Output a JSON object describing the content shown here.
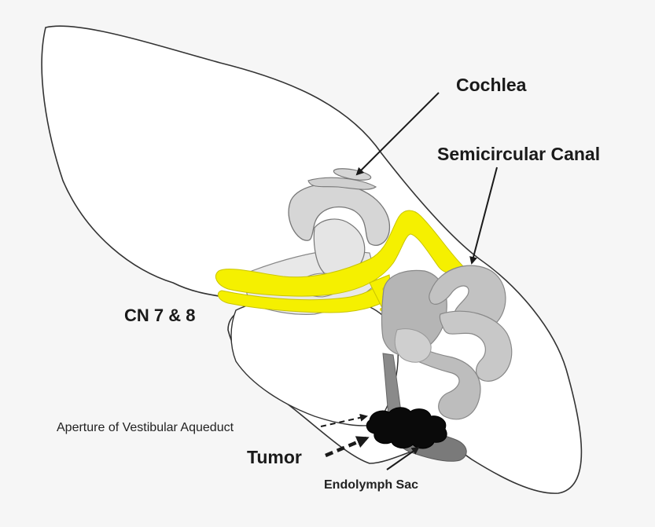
{
  "labels": {
    "cochlea": "Cochlea",
    "semicircular_canal": "Semicircular Canal",
    "cn_7_8": "CN 7 & 8",
    "aperture": "Aperture of Vestibular Aqueduct",
    "tumor": "Tumor",
    "endolymph_sac": "Endolymph Sac"
  },
  "colors": {
    "background": "#f6f6f6",
    "bone_fill": "#ffffff",
    "outline": "#333333",
    "nerve_yellow": "#f5f000",
    "cochlea_gray": "#d6d6d6",
    "canal_gray": "#c2c2c2",
    "sac_gray": "#7a7a7a",
    "tumor_black": "#0a0a0a"
  }
}
